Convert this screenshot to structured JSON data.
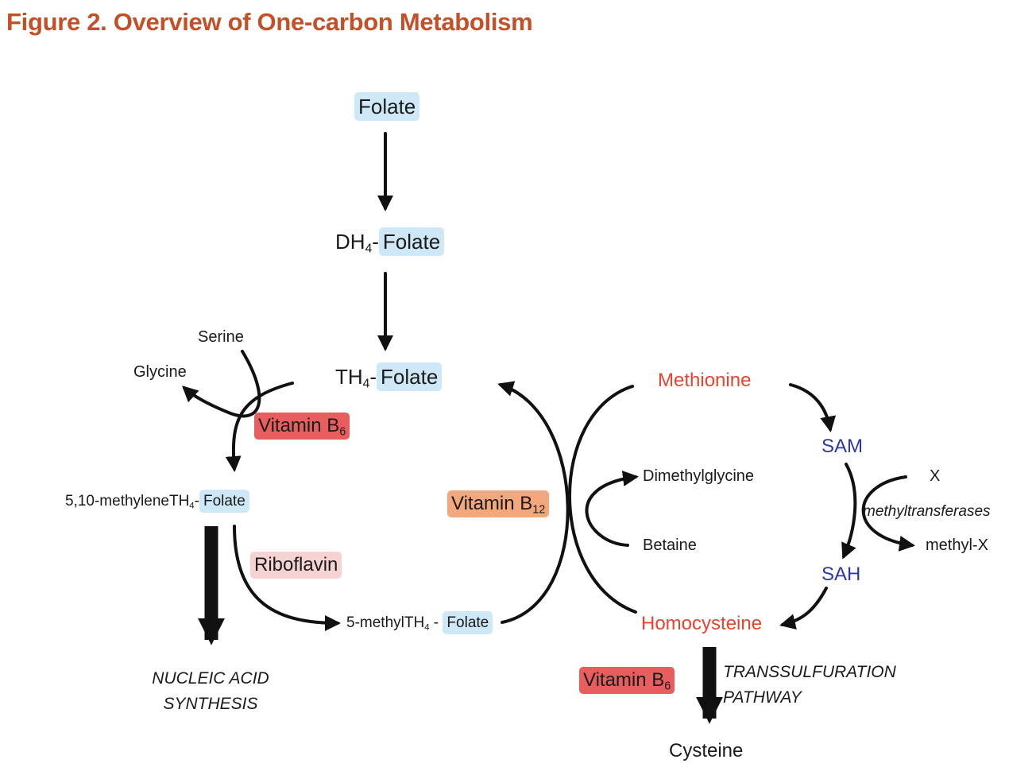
{
  "title": "Figure 2. Overview of One-carbon Metabolism",
  "folate": {
    "folate": "Folate",
    "dh4_prefix": "DH",
    "dh4_sub": "4",
    "th4_prefix": "TH",
    "th4_sub": "4",
    "dash": "-",
    "methylene_prefix": "5,10-methyleneTH",
    "methylene_sub": "4",
    "methyl_prefix": "5-methylTH",
    "methyl_sub": "4",
    "methyl_dash": " - "
  },
  "amino": {
    "serine": "Serine",
    "glycine": "Glycine",
    "methionine": "Methionine",
    "homocysteine": "Homocysteine",
    "cysteine": "Cysteine",
    "dimethylglycine": "Dimethylglycine",
    "betaine": "Betaine"
  },
  "cofactors": {
    "vitamin": "Vitamin B",
    "b6_sub": "6",
    "b12_sub": "12",
    "riboflavin": "Riboflavin"
  },
  "methylation": {
    "sam": "SAM",
    "sah": "SAH",
    "x": "X",
    "methyltransferases": "methyltransferases",
    "methyl_x": "methyl-X"
  },
  "pathways": {
    "nucleic_line1": "NUCLEIC ACID",
    "nucleic_line2": "SYNTHESIS",
    "trans_line1": "TRANSSULFURATION",
    "trans_line2": "PATHWAY"
  },
  "colors": {
    "title": "#c4502a",
    "folate_highlight": "#cfe8f7",
    "vitamin_b6": "#e85d5d",
    "vitamin_b12": "#f4a77a",
    "riboflavin": "#f5d3d3",
    "amino_acid_text": "#e8432e",
    "sam_sah_text": "#2e37a8"
  }
}
